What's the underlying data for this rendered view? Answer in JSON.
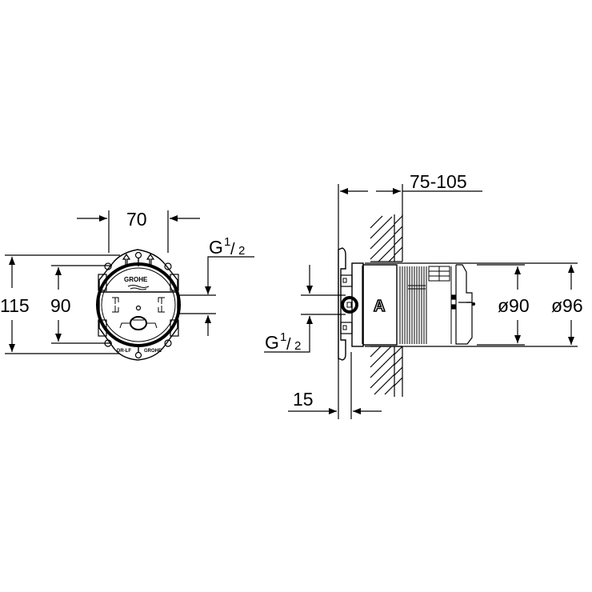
{
  "drawing": {
    "front_view": {
      "width_dim": "70",
      "height_outer_dim": "115",
      "height_inner_dim": "90",
      "thread_label_main": "G",
      "thread_label_num": "1",
      "thread_label_den": "2",
      "logo_top": "GROHE",
      "logo_bottom": "GROHE",
      "marking_bottom": "DR-LF"
    },
    "side_view": {
      "wall_depth_dim": "75-105",
      "offset_dim": "15",
      "inner_diameter_dim": "ø90",
      "outer_diameter_dim": "ø96",
      "body_label": "A",
      "thread_label_main": "G",
      "thread_label_num": "1",
      "thread_label_den": "2"
    }
  },
  "colors": {
    "line": "#000000",
    "background": "#ffffff"
  }
}
